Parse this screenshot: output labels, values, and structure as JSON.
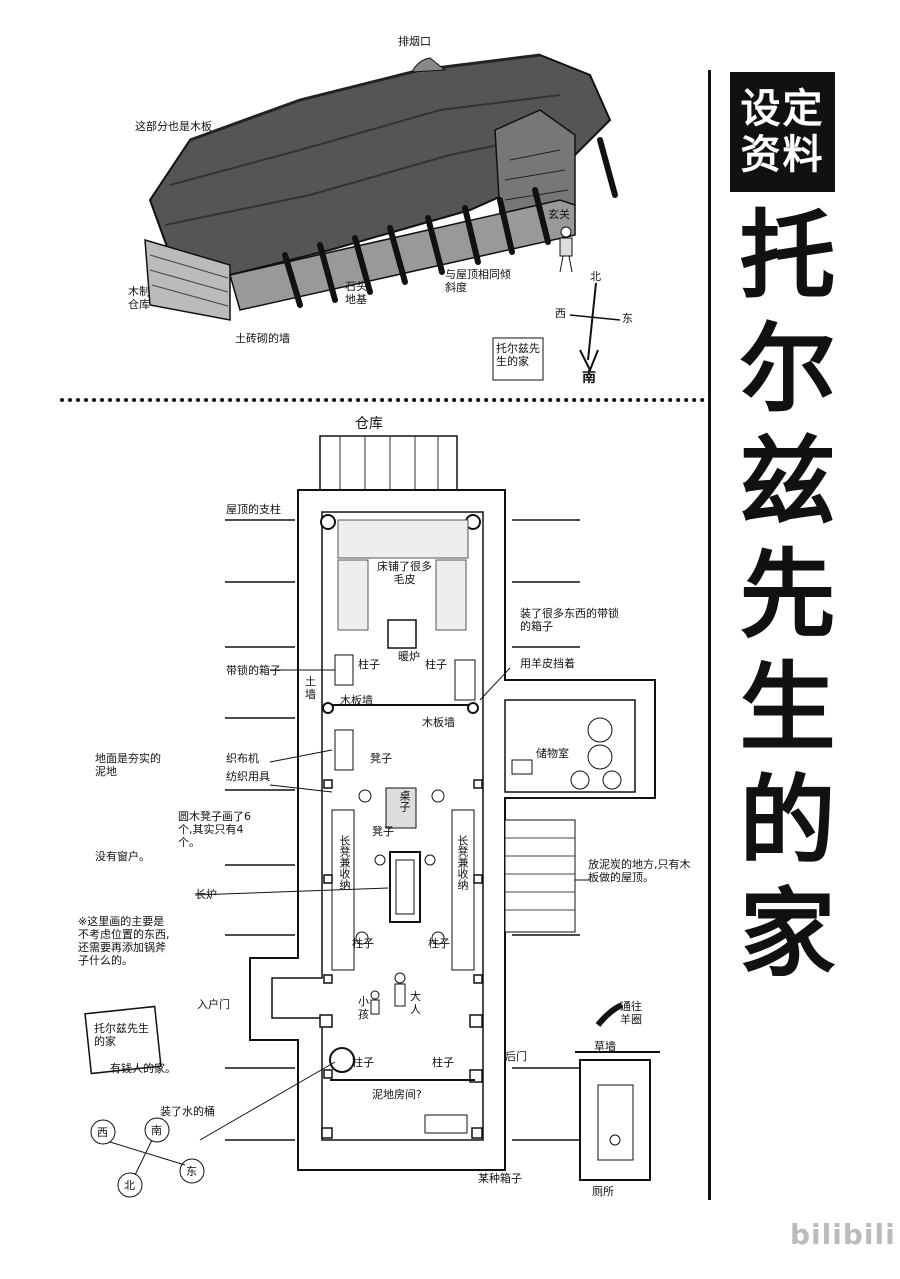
{
  "header": {
    "badge_lines": [
      "设定",
      "资料"
    ],
    "title_chars": [
      "托",
      "尔",
      "兹",
      "先",
      "生",
      "的",
      "家"
    ]
  },
  "exterior": {
    "labels": {
      "chimney": "排烟口",
      "wooden_part": "这部分也是木板",
      "wooden_storage": "木制仓库",
      "adobe_wall": "土砖砌的墙",
      "stone_base": "石头地基",
      "same_slope": "与屋顶相同倾斜度",
      "entrance": "玄关",
      "caption": "托尔兹先生的家"
    },
    "compass": {
      "north": "北",
      "south": "南",
      "east": "东",
      "west": "西"
    }
  },
  "floorplan": {
    "labels": {
      "storage": "仓库",
      "roof_pillar": "屋顶的支柱",
      "bed": "床铺了很多毛皮",
      "fireplace": "暖炉",
      "locked_box_full": "装了很多东西的带锁的箱子",
      "locked_box": "带锁的箱子",
      "earth_wall": "土墙",
      "sheepskin": "用羊皮挡着",
      "wood_wall_left": "木板墙",
      "wood_wall_right": "木板墙",
      "pillar_1": "柱子",
      "pillar_2": "柱子",
      "pillar_3": "柱子",
      "pillar_4": "柱子",
      "pillar_5": "柱子",
      "pillar_6": "柱子",
      "loom": "织布机",
      "weaving_tools": "纺织用具",
      "stool": "凳子",
      "stool2": "凳子",
      "table": "桌子",
      "pantry": "储物室",
      "dirt_floor": "地面是夯实的泥地",
      "round_stools": "圆木凳子画了6个,其实只有4个。",
      "no_window": "没有窗户。",
      "bench_left": "长凳兼收纳",
      "bench_right": "长凳兼收纳",
      "peat": "放泥炭的地方,只有木板做的屋顶。",
      "hearth": "长炉",
      "note": "※这里画的主要是不考虑位置的东西,还需要再添加锅斧子什么的。",
      "front_door": "入户门",
      "child": "小孩",
      "adult": "大人",
      "to_sheep": "通往羊圈",
      "back_door": "后门",
      "grass_wall": "草墙",
      "water_bucket": "装了水的桶",
      "mud_room": "泥地房间?",
      "seed_box": "某种箱子",
      "toilet": "厕所",
      "caption_line1": "托尔兹先生的家",
      "caption_line2": "有钱人的家。"
    },
    "compass": {
      "west": "西",
      "south": "南",
      "north": "北",
      "east": "东"
    }
  },
  "watermark": "bilibili"
}
